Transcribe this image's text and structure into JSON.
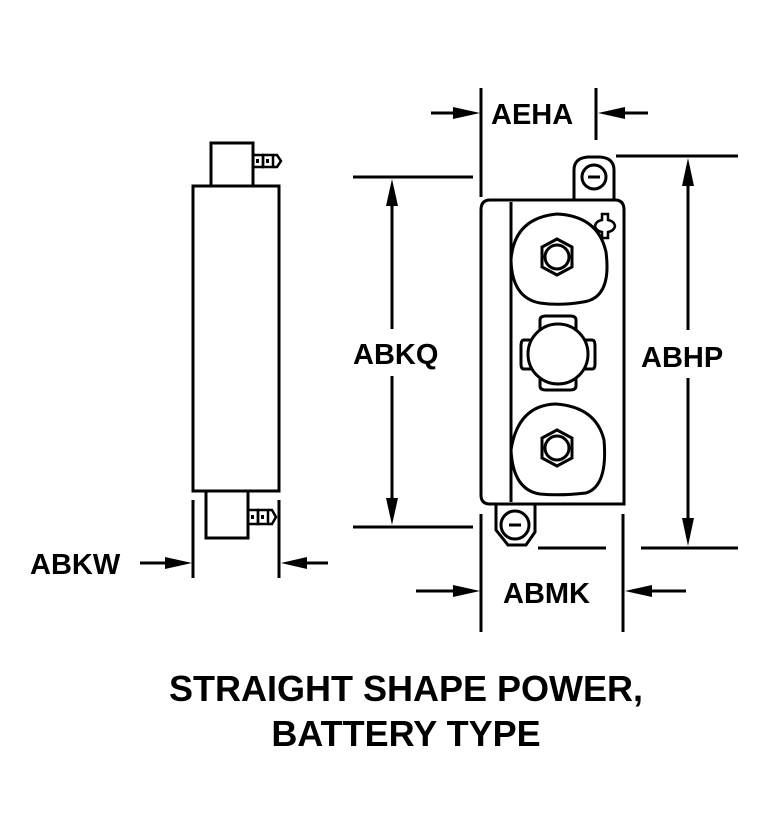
{
  "diagram": {
    "title_line1": "STRAIGHT SHAPE POWER,",
    "title_line2": "BATTERY TYPE",
    "colors": {
      "line": "#000000",
      "background": "#ffffff"
    },
    "dimensions": {
      "side_width": "ABKW",
      "top_offset": "AEHA",
      "body_height": "ABKQ",
      "overall_height": "ABHP",
      "body_width": "ABMK"
    },
    "views": [
      "side-view",
      "front-view"
    ]
  }
}
